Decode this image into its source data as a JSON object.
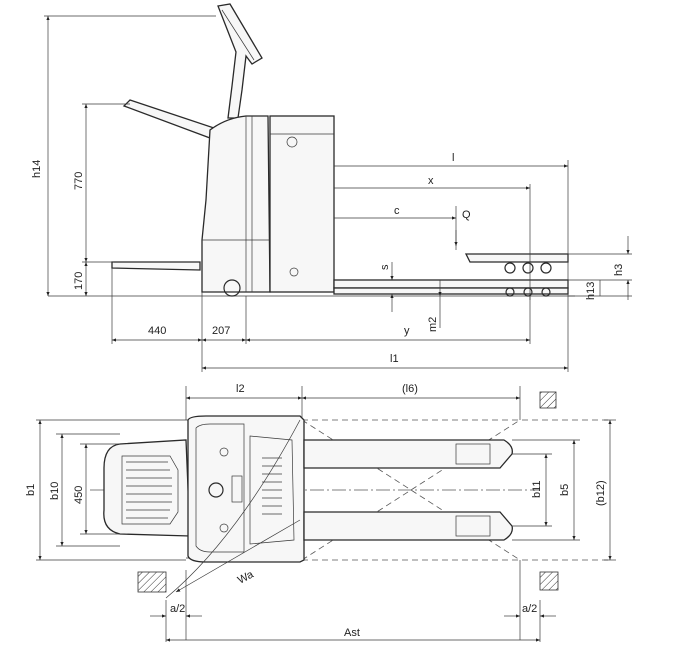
{
  "drawing": {
    "side_view": {
      "labels": {
        "h14": "h14",
        "d770": "770",
        "d170": "170",
        "l": "l",
        "x": "x",
        "c": "c",
        "Q": "Q",
        "s": "s",
        "h3": "h3",
        "h13": "h13",
        "m2": "m2",
        "d440": "440",
        "d207": "207",
        "y": "y",
        "l1": "l1"
      }
    },
    "top_view": {
      "labels": {
        "l2": "l2",
        "l6": "(l6)",
        "b1": "b1",
        "b10": "b10",
        "d450": "450",
        "b11": "b11",
        "b5": "b5",
        "b12": "(b12)",
        "Wa": "Wa",
        "a2_left": "a/2",
        "a2_right": "a/2",
        "Ast": "Ast"
      }
    }
  }
}
